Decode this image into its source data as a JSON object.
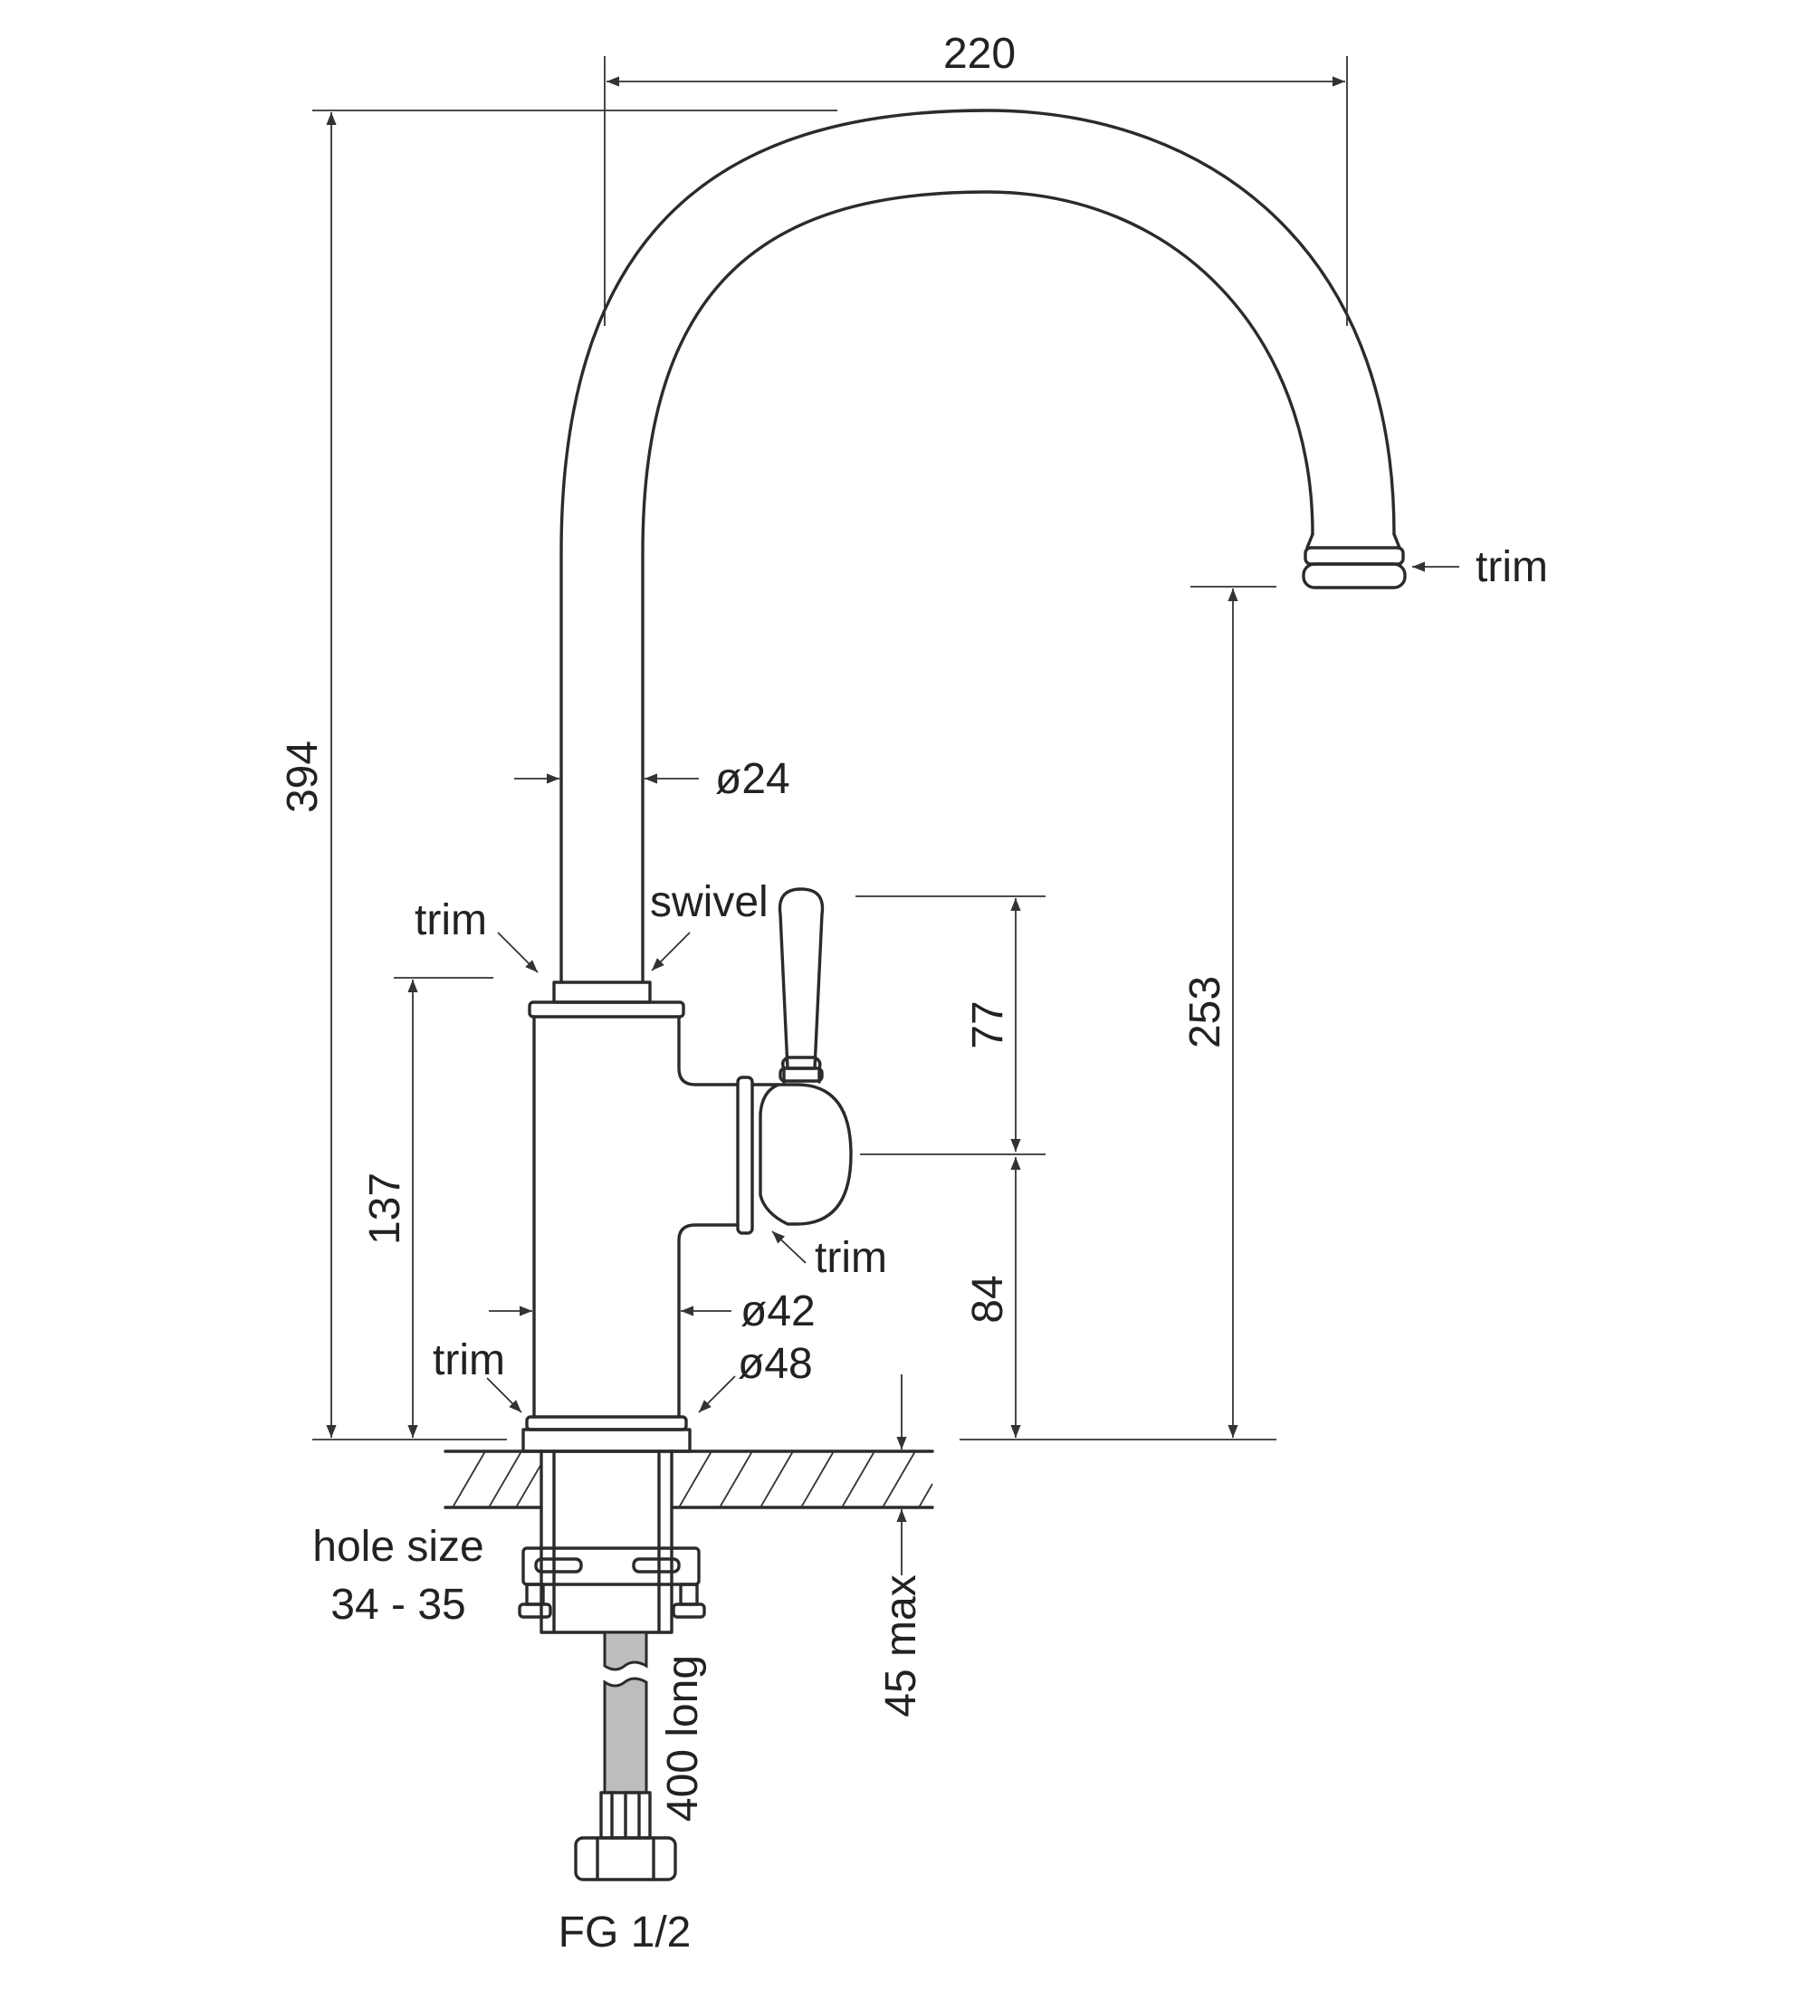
{
  "dimensions": {
    "spout_reach": "220",
    "overall_height": "394",
    "spout_height": "253",
    "body_height": "137",
    "lever_height": "77",
    "lever_axis_height": "84",
    "spout_diameter": "ø24",
    "body_diameter": "ø42",
    "base_diameter": "ø48",
    "max_mount_thickness": "45 max",
    "hose_length": "400 long"
  },
  "labels": {
    "trim_spout_tip": "trim",
    "trim_spout_base": "trim",
    "swivel": "swivel",
    "trim_lever": "trim",
    "trim_base": "trim",
    "hole_size_line1": "hole size",
    "hole_size_line2": "34 - 35",
    "connector": "FG 1/2"
  },
  "colors": {
    "line": "#2b2b2b",
    "hose": "#bdbdbd",
    "background": "#ffffff"
  }
}
